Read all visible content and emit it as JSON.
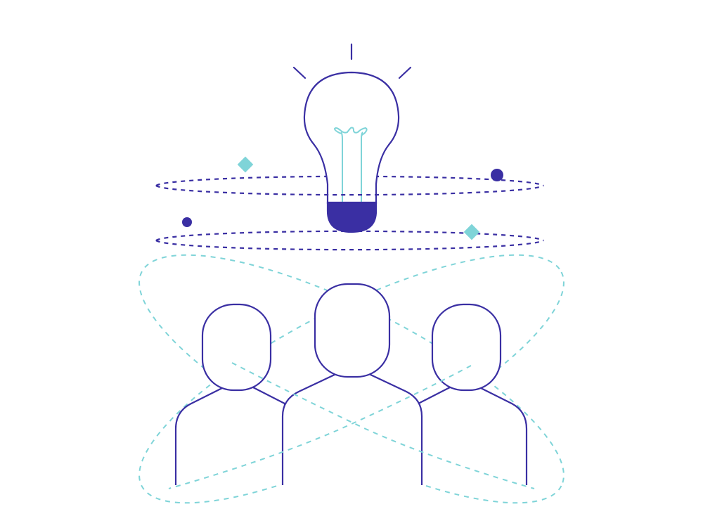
{
  "illustration": {
    "subject": "lightbulb-over-three-people",
    "colors": {
      "primary": "#3a2fa3",
      "accent": "#7fd4d8",
      "background": "#ffffff"
    },
    "elements": {
      "lightbulb": "lightbulb-icon",
      "people": [
        "person-icon",
        "person-icon",
        "person-icon"
      ],
      "orbits": [
        "dashed-ellipse",
        "dashed-ellipse",
        "dashed-ellipse",
        "dashed-ellipse"
      ],
      "sparkles": [
        "diamond-shape",
        "diamond-shape",
        "dot-shape",
        "dot-shape"
      ]
    }
  }
}
